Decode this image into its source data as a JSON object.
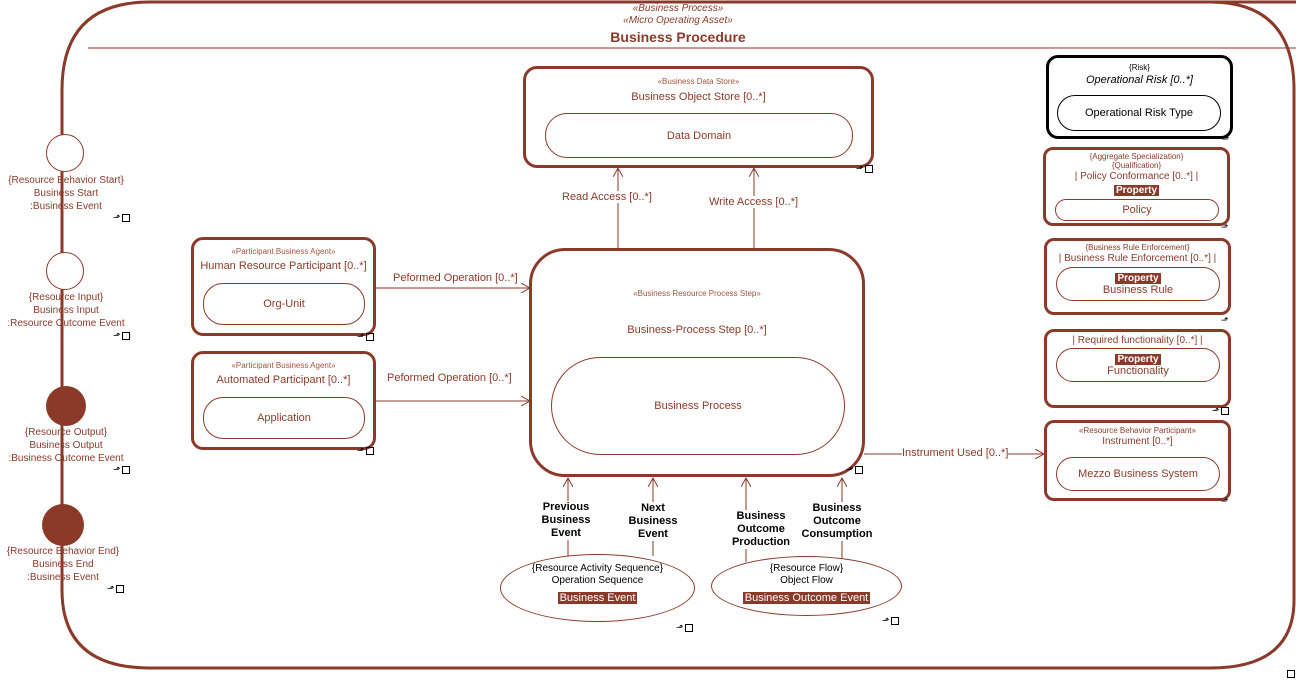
{
  "frame": {
    "stereo1": "«Business Process»",
    "stereo2": "«Micro Operating Asset»",
    "title": "Business Procedure"
  },
  "events": [
    {
      "stereo": "{Resource Behavior Start}",
      "name": "Business Start",
      "type": ":Business Event",
      "filled": false
    },
    {
      "stereo": "{Resource Input}",
      "name": "Business Input",
      "type": ":Resource Outcome Event",
      "filled": false
    },
    {
      "stereo": "{Resource Output}",
      "name": "Business Output",
      "type": ":Business Outcome Event",
      "filled": true
    },
    {
      "stereo": "{Resource Behavior End}",
      "name": "Business End",
      "type": ":Business Event",
      "filled": true
    }
  ],
  "data_store": {
    "stereo": "«Business Data Store»",
    "name": "Business Object Store [0..*]",
    "inner": "Data Domain"
  },
  "human_agent": {
    "stereo": "«Participant Business Agent»",
    "name": "Human Resource Participant [0..*]",
    "inner": "Org-Unit"
  },
  "auto_agent": {
    "stereo": "«Participant Business Agent»",
    "name": "Automated Participant [0..*]",
    "inner": "Application"
  },
  "process_step": {
    "stereo": "«Business Resource Process Step»",
    "name": "Business-Process Step [0..*]",
    "inner": "Business Process"
  },
  "risk": {
    "stereo": "{Risk}",
    "name": "Operational Risk [0..*]",
    "inner": "Operational Risk Type"
  },
  "policy": {
    "stereo1": "{Aggregate Specialization}",
    "stereo2": "{Qualification}",
    "name": "| Policy Conformance [0..*] |",
    "tag": "Property",
    "inner": "Policy"
  },
  "rule": {
    "stereo": "{Business Rule Enforcement}",
    "name": "| Business Rule Enforcement [0..*] |",
    "tag": "Property",
    "inner": "Business Rule"
  },
  "functionality": {
    "name": "| Required functionality [0..*] |",
    "tag": "Property",
    "inner": "Functionality"
  },
  "instrument": {
    "stereo": "«Resource Behavior Participant»",
    "name": "Instrument [0..*]",
    "inner": "Mezzo Business System"
  },
  "edges": {
    "read": "Read Access [0..*]",
    "write": "Write Access [0..*]",
    "performed1": "Peformed Operation [0..*]",
    "performed2": "Peformed Operation [0..*]",
    "instrument_used": "Instrument Used [0..*]",
    "previous": "Previous Business Event",
    "next": "Next Business Event",
    "production": "Business Outcome Production",
    "consumption": "Business Outcome Consumption"
  },
  "op_sequence": {
    "stereo": "{Resource Activity Sequence}",
    "name": "Operation Sequence",
    "type": "Business Event"
  },
  "object_flow": {
    "stereo": "{Resource Flow}",
    "name": "Object Flow",
    "type": "Business Outcome Event"
  },
  "colors": {
    "accent": "#8b3a2a",
    "text": "#8b3a2a",
    "black": "#000000"
  }
}
